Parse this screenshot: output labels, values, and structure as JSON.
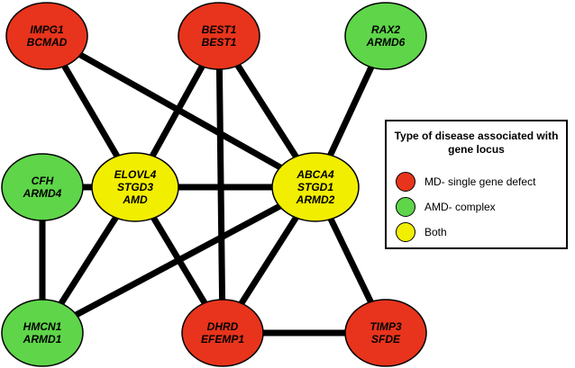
{
  "colors": {
    "red": "#e8341c",
    "green": "#5fd54a",
    "yellow": "#f2ee00",
    "edge": "#000000"
  },
  "nodes": [
    {
      "id": "impg1",
      "lines": [
        "IMPG1",
        "BCMAD"
      ],
      "color": "red"
    },
    {
      "id": "best1",
      "lines": [
        "BEST1",
        "BEST1"
      ],
      "color": "red"
    },
    {
      "id": "rax2",
      "lines": [
        "RAX2",
        "ARMD6"
      ],
      "color": "green"
    },
    {
      "id": "cfh",
      "lines": [
        "CFH",
        "ARMD4"
      ],
      "color": "green"
    },
    {
      "id": "elovl4",
      "lines": [
        "ELOVL4",
        "STGD3",
        "AMD"
      ],
      "color": "yellow"
    },
    {
      "id": "abca4",
      "lines": [
        "ABCA4",
        "STGD1",
        "ARMD2"
      ],
      "color": "yellow"
    },
    {
      "id": "hmcn1",
      "lines": [
        "HMCN1",
        "ARMD1"
      ],
      "color": "green"
    },
    {
      "id": "dhrd",
      "lines": [
        "DHRD",
        "EFEMP1"
      ],
      "color": "red"
    },
    {
      "id": "timp3",
      "lines": [
        "TIMP3",
        "SFDE"
      ],
      "color": "red"
    }
  ],
  "edges": [
    [
      "impg1",
      "abca4"
    ],
    [
      "impg1",
      "elovl4"
    ],
    [
      "best1",
      "elovl4"
    ],
    [
      "best1",
      "abca4"
    ],
    [
      "best1",
      "dhrd"
    ],
    [
      "rax2",
      "abca4"
    ],
    [
      "cfh",
      "elovl4"
    ],
    [
      "cfh",
      "hmcn1"
    ],
    [
      "elovl4",
      "abca4"
    ],
    [
      "elovl4",
      "hmcn1"
    ],
    [
      "elovl4",
      "dhrd"
    ],
    [
      "abca4",
      "hmcn1"
    ],
    [
      "abca4",
      "dhrd"
    ],
    [
      "abca4",
      "timp3"
    ],
    [
      "dhrd",
      "timp3"
    ]
  ],
  "legend": {
    "title": "Type of disease associated with gene locus",
    "items": [
      {
        "label": "MD- single gene defect",
        "color": "red"
      },
      {
        "label": "AMD- complex",
        "color": "green"
      },
      {
        "label": "Both",
        "color": "yellow"
      }
    ]
  }
}
